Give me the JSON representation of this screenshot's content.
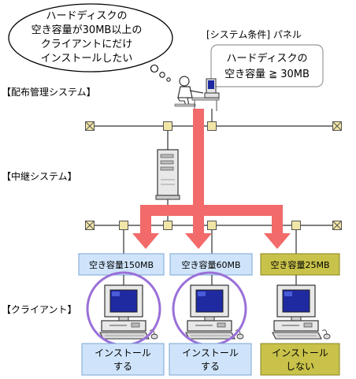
{
  "bubble": {
    "lines": [
      "ハードディスクの",
      "空き容量が30MB以上の",
      "クライアントにだけ",
      "インストールしたい"
    ]
  },
  "panel": {
    "title": "[システム条件] パネル",
    "lines": [
      "ハードディスクの",
      "空き容量 ≧ 30MB"
    ]
  },
  "sections": {
    "distribution": "【配布管理システム】",
    "relay": "【中継システム】",
    "client": "【クライアント】"
  },
  "clients": [
    {
      "disk": "空き容量150MB",
      "result": [
        "インストール",
        "する"
      ],
      "installs": true
    },
    {
      "disk": "空き容量60MB",
      "result": [
        "インストール",
        "する"
      ],
      "installs": true
    },
    {
      "disk": "空き容量25MB",
      "result": [
        "インストール",
        "しない"
      ],
      "installs": false
    }
  ],
  "colors": {
    "arrow": "#f26a6a",
    "install_box": "#cfe4fa",
    "install_border": "#7aa6d6",
    "no_install_box": "#c8c24a",
    "no_install_border": "#8a8420",
    "circle": "#9a70d8",
    "node": "#f2e6a6"
  }
}
